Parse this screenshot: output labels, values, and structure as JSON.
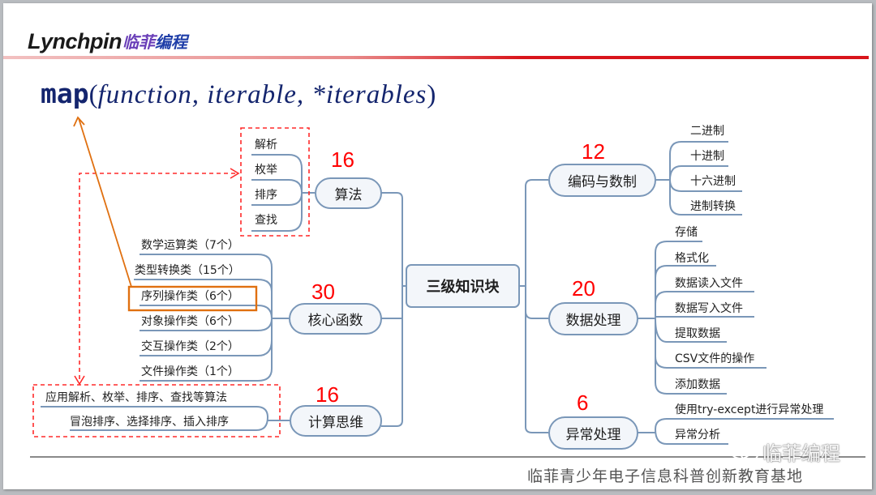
{
  "header": {
    "logo_en": "Lynchpin",
    "logo_cn_part1": "临菲",
    "logo_cn_part2": "编程",
    "accent_color": "#d9151b"
  },
  "signature": {
    "function_name": "map",
    "open_paren": "(",
    "args": "function, iterable, *iterables",
    "close_paren": ")"
  },
  "mindmap": {
    "root": {
      "label": "三级知识块"
    },
    "branches": [
      {
        "id": "algorithm",
        "label": "算法",
        "count": "16",
        "side": "left",
        "leaves": [
          "解析",
          "枚举",
          "排序",
          "查找"
        ]
      },
      {
        "id": "core-functions",
        "label": "核心函数",
        "count": "30",
        "side": "left",
        "leaves": [
          "数学运算类（7个）",
          "类型转换类（15个）",
          "序列操作类（6个）",
          "对象操作类（6个）",
          "交互操作类（2个）",
          "文件操作类（1个）"
        ],
        "highlighted_leaf": 2
      },
      {
        "id": "computational-thinking",
        "label": "计算思维",
        "count": "16",
        "side": "left",
        "leaves": [
          "应用解析、枚举、排序、查找等算法",
          "冒泡排序、选择排序、插入排序"
        ]
      },
      {
        "id": "encoding",
        "label": "编码与数制",
        "count": "12",
        "side": "right",
        "leaves": [
          "二进制",
          "十进制",
          "十六进制",
          "进制转换"
        ]
      },
      {
        "id": "data-processing",
        "label": "数据处理",
        "count": "20",
        "side": "right",
        "leaves": [
          "存储",
          "格式化",
          "数据读入文件",
          "数据写入文件",
          "提取数据",
          "CSV文件的操作",
          "添加数据"
        ]
      },
      {
        "id": "exception-handling",
        "label": "异常处理",
        "count": "6",
        "side": "right",
        "leaves": [
          "使用try-except进行异常处理",
          "异常分析"
        ]
      }
    ],
    "colors": {
      "connector": "#7a97b8",
      "count": "#ff0000",
      "dashed_box": "#ff2a2a",
      "highlight_box": "#e07010",
      "arrow_orange": "#e07010"
    }
  },
  "footer": {
    "text": "临菲青少年电子信息科普创新教育基地",
    "watermark": "临菲编程"
  }
}
